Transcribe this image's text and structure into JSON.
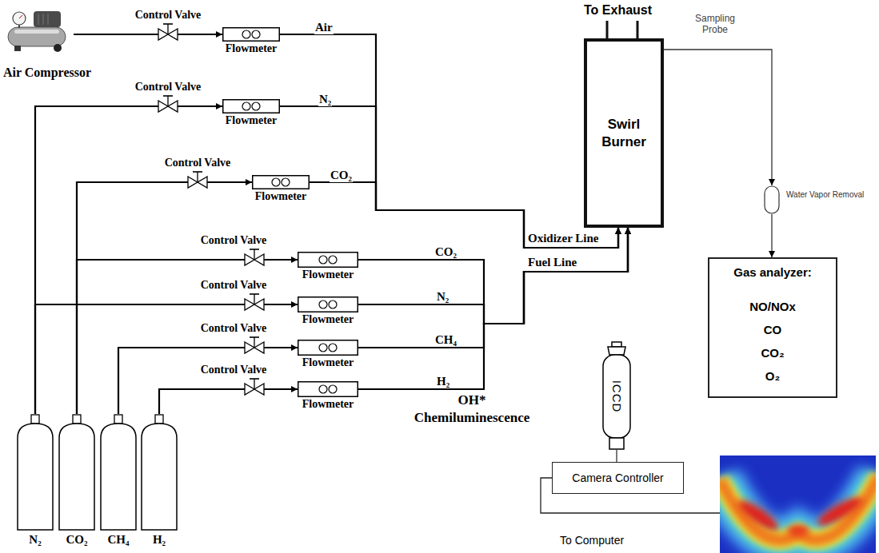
{
  "diagram": {
    "nodes": [
      {
        "text": [
          "Air Compressor"
        ]
      },
      {
        "text": [
          "Control Valve"
        ]
      },
      {
        "text": [
          "Flowmeter"
        ]
      },
      {
        "text": [
          "Control Valve"
        ]
      },
      {
        "text": [
          "Flowmeter"
        ]
      },
      {
        "text": [
          "Control Valve"
        ]
      },
      {
        "text": [
          "Flowmeter"
        ]
      },
      {
        "text": [
          "Swirl Burner"
        ]
      },
      {
        "text": [
          "Water Vapor Removal"
        ]
      },
      {
        "text": [
          "Gas analyzer:",
          "NO/NOx",
          "CO",
          "CO₂",
          "O₂"
        ]
      },
      {
        "text": [
          "Control Valve"
        ]
      },
      {
        "text": [
          "Flowmeter"
        ]
      },
      {
        "text": [
          "Control Valve"
        ]
      },
      {
        "text": [
          "Flowmeter"
        ]
      },
      {
        "text": [
          "Control Valve"
        ]
      },
      {
        "text": [
          "Flowmeter"
        ]
      },
      {
        "text": [
          "Control Valve"
        ]
      },
      {
        "text": [
          "Flowmeter"
        ]
      },
      {
        "text": [
          "ICCD"
        ]
      },
      {
        "text": [
          "Camera Controller"
        ]
      },
      {
        "text": [
          "N₂"
        ]
      },
      {
        "text": [
          "CO₂"
        ]
      },
      {
        "text": [
          "CH₄"
        ]
      },
      {
        "text": [
          "H₂"
        ]
      }
    ],
    "edges": [
      {
        "from": 0,
        "to": 1,
        "arrow": "none"
      },
      {
        "from": 1,
        "to": 2,
        "arrow": "to"
      },
      {
        "from": 2,
        "to": 7,
        "label": "Air",
        "arrow": "to"
      },
      {
        "from": 20,
        "to": 3,
        "arrow": "none"
      },
      {
        "from": 3,
        "to": 4,
        "arrow": "to"
      },
      {
        "from": 4,
        "to": 7,
        "label": "N₂",
        "arrow": "to"
      },
      {
        "from": 21,
        "to": 5,
        "arrow": "none"
      },
      {
        "from": 5,
        "to": 6,
        "arrow": "to"
      },
      {
        "from": 6,
        "to": 7,
        "label": "CO₂",
        "arrow": "to"
      },
      {
        "from": 21,
        "to": 10,
        "arrow": "none"
      },
      {
        "from": 10,
        "to": 11,
        "arrow": "to"
      },
      {
        "from": 11,
        "to": 7,
        "label": "CO₂",
        "arrow": "to"
      },
      {
        "from": 20,
        "to": 12,
        "arrow": "none"
      },
      {
        "from": 12,
        "to": 13,
        "arrow": "to"
      },
      {
        "from": 13,
        "to": 7,
        "label": "N₂",
        "arrow": "to"
      },
      {
        "from": 22,
        "to": 14,
        "arrow": "none"
      },
      {
        "from": 14,
        "to": 15,
        "arrow": "to"
      },
      {
        "from": 15,
        "to": 7,
        "label": "CH₄",
        "arrow": "to"
      },
      {
        "from": 23,
        "to": 16,
        "arrow": "none"
      },
      {
        "from": 16,
        "to": 17,
        "arrow": "to"
      },
      {
        "from": 17,
        "to": 7,
        "label": "H₂",
        "arrow": "to"
      },
      {
        "from": 7,
        "to": 8,
        "label": "Sampling Probe",
        "arrow": "to"
      },
      {
        "from": 8,
        "to": 9,
        "arrow": "to"
      },
      {
        "from": 18,
        "to": 19,
        "arrow": "none"
      }
    ],
    "labels": [
      "To Exhaust",
      "Oxidizer Line",
      "Fuel Line",
      "OH* Chemiluminescence",
      "To Computer"
    ]
  }
}
